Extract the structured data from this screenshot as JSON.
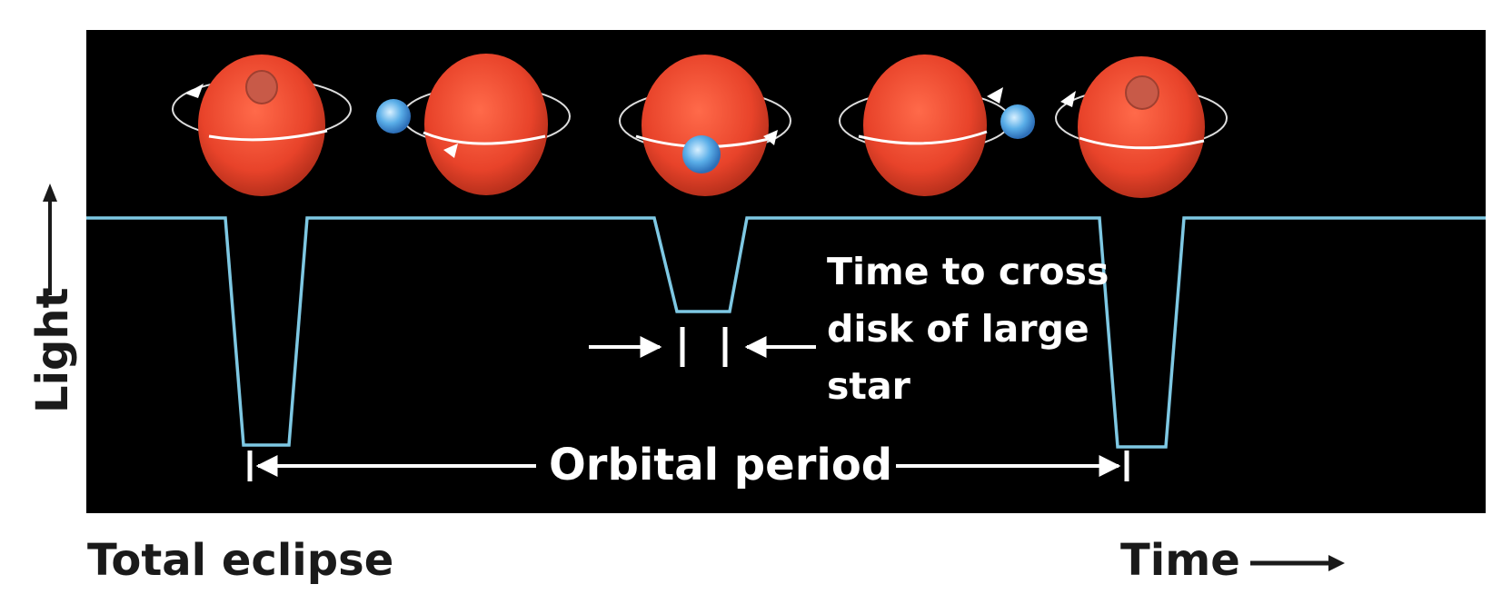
{
  "diagram": {
    "colors": {
      "background": "#000000",
      "light_curve": "#7ec8e3",
      "large_star": "#e8432a",
      "small_star": "#5aaee8",
      "annotation": "#ffffff",
      "outer_text": "#1a1a1a"
    },
    "labels": {
      "cross_time_lines": [
        "Time to cross",
        "disk of large",
        "star"
      ],
      "orbital_period": "Orbital period",
      "total_eclipse": "Total eclipse",
      "time_axis": "Time",
      "light_axis": "Light"
    },
    "phases": [
      {
        "name": "total-eclipse",
        "small_star": "behind-large-star"
      },
      {
        "name": "quarter-phase-left",
        "small_star": "left-of-large-star"
      },
      {
        "name": "partial-eclipse",
        "small_star": "in-front-of-large-star"
      },
      {
        "name": "quarter-phase-right",
        "small_star": "right-of-large-star"
      },
      {
        "name": "total-eclipse-repeat",
        "small_star": "behind-large-star"
      }
    ],
    "light_curve": {
      "baseline": 1.0,
      "primary_eclipse_minimum": 0.0,
      "secondary_eclipse_minimum": 0.58
    },
    "icons": [
      "arrow-right-icon",
      "arrow-left-icon",
      "orbit-arrow-icon",
      "axis-arrow-icon"
    ]
  }
}
